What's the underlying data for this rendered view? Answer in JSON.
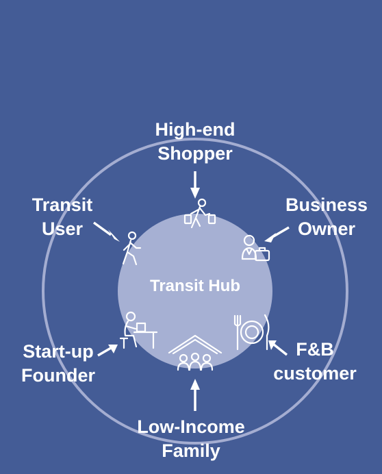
{
  "hub": {
    "label": "Transit Hub"
  },
  "stakeholders": {
    "high_end_shopper": [
      "High-end",
      "Shopper"
    ],
    "business_owner": [
      "Business",
      "Owner"
    ],
    "fnb_customer": [
      "F&B",
      "customer"
    ],
    "low_income_family": [
      "Low-Income",
      "Family"
    ],
    "startup_founder": [
      "Start-up",
      "Founder"
    ],
    "transit_user": [
      "Transit",
      "User"
    ]
  },
  "icons": {
    "high_end_shopper": "shopper-with-bags-icon",
    "business_owner": "businessman-with-briefcase-icon",
    "fnb_customer": "plate-fork-knife-icon",
    "low_income_family": "family-under-roof-icon",
    "startup_founder": "person-at-laptop-desk-icon",
    "transit_user": "walking-person-icon"
  },
  "colors": {
    "background": "#445c96",
    "ring": "#a4add1",
    "hub_fill": "#a6b0d3",
    "text": "#ffffff"
  }
}
